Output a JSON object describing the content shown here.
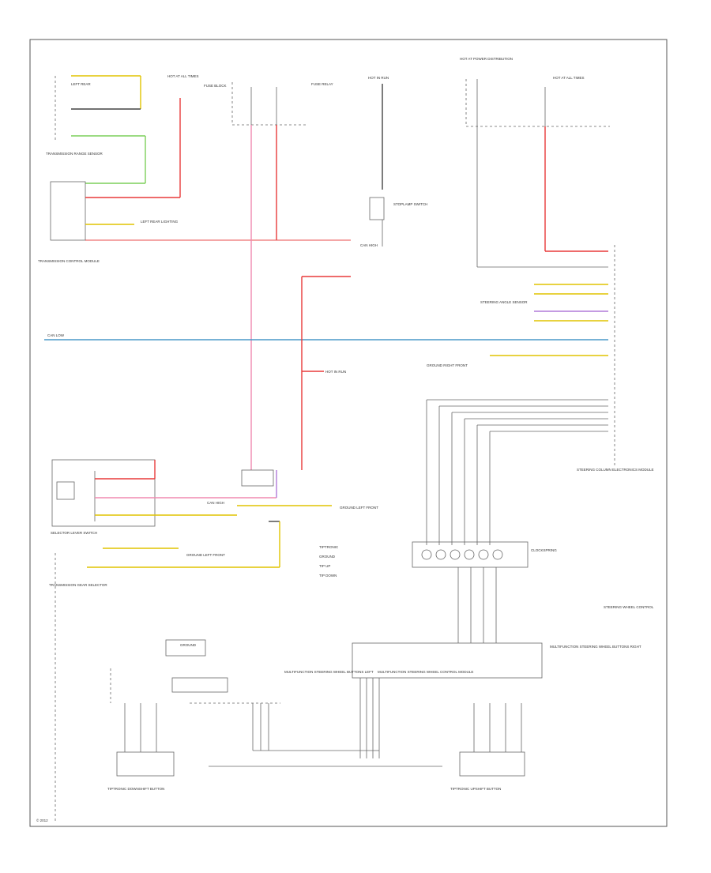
{
  "title": "",
  "colors": {
    "red": "#e83a3a",
    "pink": "#f08ab0",
    "yellow": "#e0c400",
    "green": "#7ccf5a",
    "blue": "#4a98c8",
    "violet": "#b07ad8",
    "grey": "#666666",
    "black": "#444444"
  },
  "labels": {
    "top_hot1": "HOT AT ALL TIMES",
    "top_hot2": "HOT IN RUN",
    "top_hot3": "HOT IN RUN",
    "top_hot4": "HOT AT POWER DISTRIBUTION",
    "top_hot5": "HOT AT ALL TIMES",
    "fuse_block": "FUSE BLOCK",
    "fuse_relay": "FUSE RELAY",
    "trans_module": "TRANSMISSION CONTROL MODULE",
    "trans_range": "TRANSMISSION RANGE SENSOR",
    "brake_sw": "STOPLAMP SWITCH",
    "light_rear": "LEFT REAR LIGHTING",
    "can_low": "CAN LOW",
    "can_high": "CAN HIGH",
    "steer_angle": "STEERING ANGLE SENSOR",
    "ground_right": "GROUND RIGHT FRONT",
    "steer_col": "STEERING COLUMN ELECTRONICS MODULE",
    "clock_spring": "CLOCKSPRING",
    "wheel_mod": "MULTIFUNCTION STEERING WHEEL CONTROL MODULE",
    "mfsw_left": "MULTIFUNCTION STEERING WHEEL BUTTONS LEFT",
    "mfsw_right": "MULTIFUNCTION STEERING WHEEL BUTTONS RIGHT",
    "tip_down": "TIPTRONIC DOWNSHIFT BUTTON",
    "tip_up": "TIPTRONIC UPSHIFT BUTTON",
    "gear_sel": "SELECTOR LEVER SWITCH",
    "trans_gear": "TRANSMISSION GEAR SELECTOR",
    "ground_left": "GROUND LEFT FRONT",
    "legend1": "TIPTRONIC",
    "legend2": "GROUND",
    "legend3": "TIP UP",
    "legend4": "TIP DOWN",
    "steer_ctrl": "STEERING WHEEL CONTROL",
    "footer": "© 2012"
  }
}
